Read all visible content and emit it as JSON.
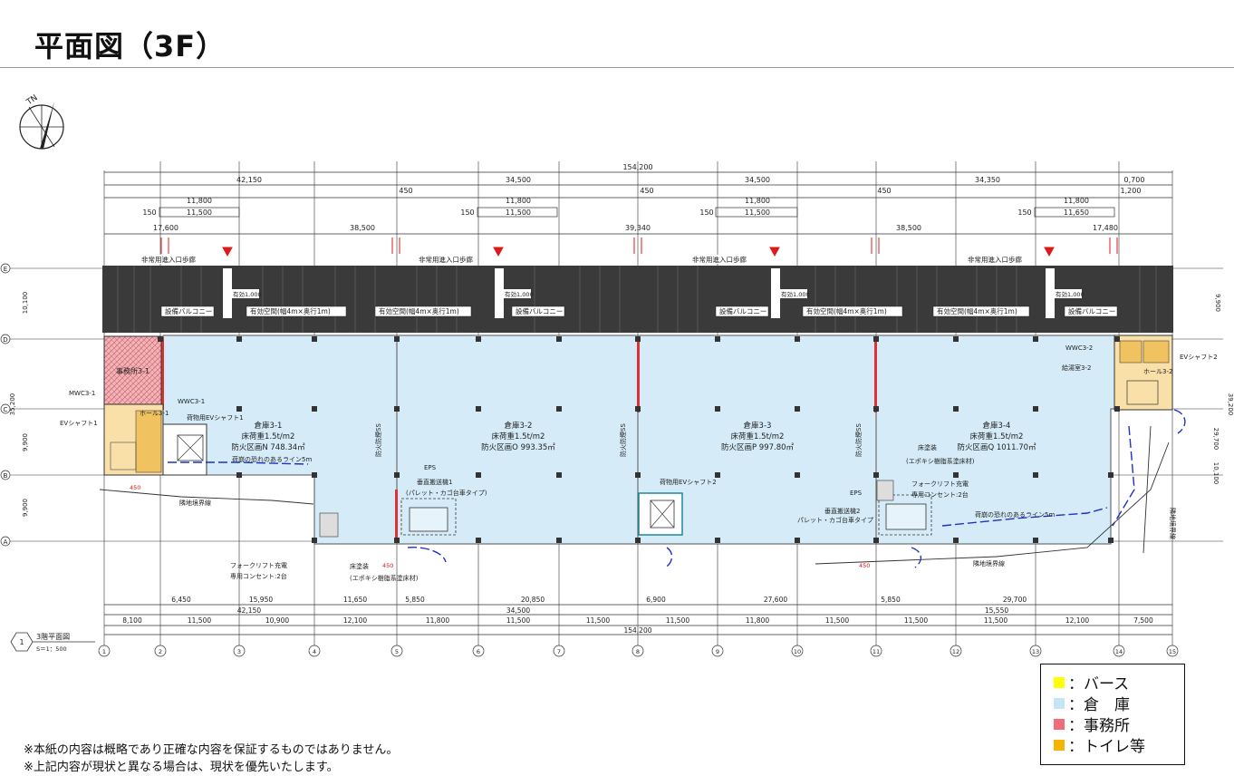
{
  "page": {
    "title": "平面図（3F）"
  },
  "legend": {
    "items": [
      {
        "label": "：バース",
        "color": "#ffff00"
      },
      {
        "label": "：倉　庫",
        "color": "#c6e6f6"
      },
      {
        "label": "：事務所",
        "color": "#f06c78"
      },
      {
        "label": "：トイレ等",
        "color": "#f5b400"
      }
    ]
  },
  "notes": [
    "※本紙の内容は概略であり正確な内容を保証するものではありません。",
    "※上記内容が現状と異なる場合は、現状を優先いたします。"
  ],
  "plan": {
    "north": "TN",
    "drawing_label": "3階平面図",
    "drawing_scale": "S＝1：500",
    "drawing_no": "1",
    "top_total": "154,200",
    "top_dims": [
      "42,150",
      "34,500",
      "34,500",
      "34,350",
      "0,700"
    ],
    "top_sub_dims": [
      "17,600",
      "38,500",
      "39,340",
      "38,500",
      "17,480"
    ],
    "bay_dims": [
      "11,800",
      "11,800",
      "11,800",
      "11,800"
    ],
    "bay_inner": [
      "11,500",
      "11,500",
      "11,500",
      "11,650"
    ],
    "bay_side": "150",
    "small_dims": [
      "450",
      "450",
      "450",
      "1,200"
    ],
    "warehouses": [
      {
        "name": "倉庫3-1",
        "load": "床荷重1.5t/m2",
        "area": "防火区画N 748.34㎡"
      },
      {
        "name": "倉庫3-2",
        "load": "床荷重1.5t/m2",
        "area": "防火区画O 993.35㎡"
      },
      {
        "name": "倉庫3-3",
        "load": "床荷重1.5t/m2",
        "area": "防火区画P 997.80㎡"
      },
      {
        "name": "倉庫3-4",
        "load": "床荷重1.5t/m2",
        "area": "防火区画Q 1011.70㎡"
      }
    ],
    "labels": {
      "emergency_entry": "非常用進入口歩廊",
      "balcony": "設備バルコニー",
      "clear_space": "有効空間(幅4m×奥行1m)",
      "office": "事務所3-1",
      "mwc": "MWC3-1",
      "wwc_left": "WWC3-1",
      "wwc_right": "WWC3-2",
      "ev_left": "EVシャフト1",
      "ev_right": "EVシャフト2",
      "hall_left": "ホール3-1",
      "hall_right": "ホール3-2",
      "kitchen": "給湯室3-2",
      "freight_ev": "荷物用EVシャフト1",
      "freight_ev2": "荷物用EVシャフト2",
      "vertical_conveyor": "垂直搬送機1",
      "vertical_conveyor_type": "(パレット・カゴ台車タイプ)",
      "vertical_conveyor2": "垂直搬送機2",
      "vertical_conveyor2_type": "パレット・カゴ台車タイプ",
      "eps": "EPS",
      "forklift": "フォークリフト充電",
      "forklift_outlet": "専用コンセント:2台",
      "floor_finish": "床塗装",
      "floor_finish_material": "(エポキシ樹脂系塗床材)",
      "boundary": "隣地境界線",
      "fire_shutter": "防火防煙SS",
      "fall_line": "荷崩の恐れのあるライン5m",
      "opening": "有効1,000"
    },
    "bottom_dims_1": [
      "6,450",
      "15,950",
      "11,650",
      "5,850",
      "20,850",
      "6,900",
      "27,600",
      "5,850",
      "29,700"
    ],
    "bottom_dims_2": [
      "42,150",
      "34,500",
      "15,550"
    ],
    "bottom_dims_3": [
      "8,100",
      "11,500",
      "10,900",
      "12,100",
      "11,800",
      "11,500",
      "11,500",
      "11,500",
      "11,800",
      "11,500",
      "11,500",
      "11,500",
      "12,100",
      "7,500"
    ],
    "bottom_total": "154,200",
    "grid_cols": [
      "1",
      "2",
      "3",
      "4",
      "5",
      "6",
      "7",
      "8",
      "9",
      "10",
      "11",
      "12",
      "13",
      "14",
      "15"
    ],
    "grid_rows": [
      "E",
      "D",
      "C",
      "B",
      "A"
    ],
    "left_dims": [
      "10,100",
      "35,200",
      "9,900",
      "9,900"
    ],
    "right_dims": [
      "9,900",
      "39,200",
      "29,700",
      "10,100"
    ]
  }
}
